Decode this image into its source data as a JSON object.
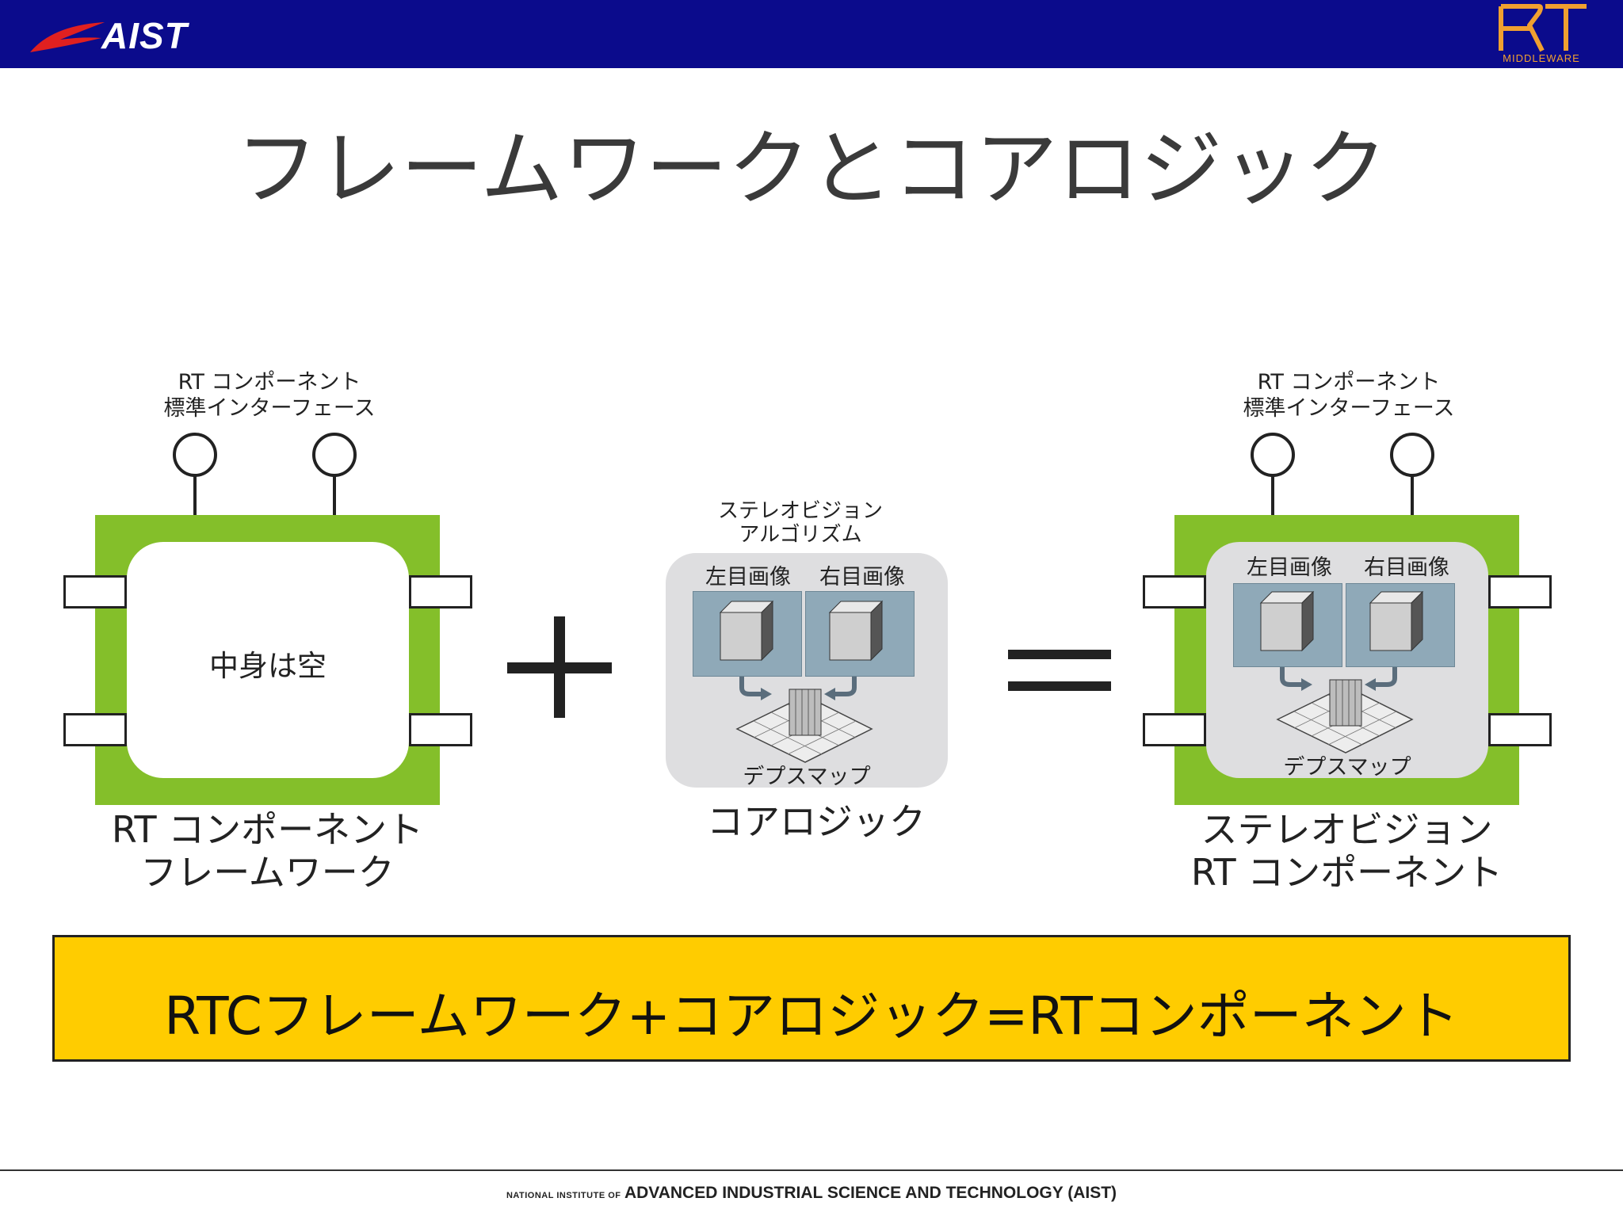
{
  "header": {
    "left_logo_text": "AIST",
    "right_logo_text": "RT",
    "right_logo_sub": "MIDDLEWARE",
    "bar_color": "#0b0b8c"
  },
  "title": "フレームワークとコアロジック",
  "left": {
    "interface_label_1": "RT コンポーネント",
    "interface_label_2": "標準インターフェース",
    "inner_text": "中身は空",
    "caption_1": "RT コンポーネント",
    "caption_2": "フレームワーク"
  },
  "plus_sign": "+",
  "middle": {
    "algo_label_1": "ステレオビジョン",
    "algo_label_2": "アルゴリズム",
    "left_image": "左目画像",
    "right_image": "右目画像",
    "depth_map": "デプスマップ",
    "caption": "コアロジック"
  },
  "equals_sign": "=",
  "right": {
    "interface_label_1": "RT コンポーネント",
    "interface_label_2": "標準インターフェース",
    "left_image": "左目画像",
    "right_image": "右目画像",
    "depth_map": "デプスマップ",
    "caption_1": "ステレオビジョン",
    "caption_2": "RT コンポーネント"
  },
  "summary": "RTCフレームワーク+コアロジック=RTコンポーネント",
  "footer": {
    "prefix": "NATIONAL INSTITUTE OF",
    "main": "ADVANCED INDUSTRIAL SCIENCE AND TECHNOLOGY (AIST)"
  },
  "colors": {
    "component_green": "#84bf2a",
    "summary_yellow": "#ffcc00",
    "logo_orange": "#f0a030"
  }
}
